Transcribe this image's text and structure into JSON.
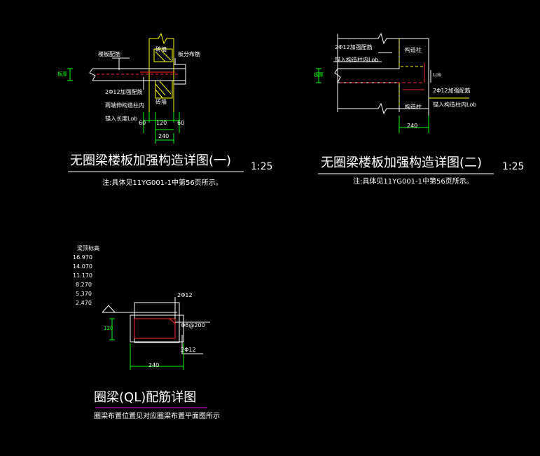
{
  "drawing1": {
    "title": "无圈梁楼板加强构造详图(一)",
    "scale": "1:25",
    "note": "注:具体见11YG001-1中第56页所示。",
    "labels": {
      "slab_rebar": "楼板配筋",
      "wall": "砖墙",
      "dist_rebar": "板分布筋",
      "reinf": "2Φ12加强配筋",
      "anchor1": "两端伸构造柱内",
      "anchor2": "锚入长度Lob",
      "wall2": "砖墙",
      "side": "板厚"
    },
    "dims": [
      "60",
      "120",
      "60",
      "240"
    ]
  },
  "drawing2": {
    "title": "无圈梁楼板加强构造详图(二)",
    "scale": "1:25",
    "note": "注:具体见11YG001-1中第56页所示。",
    "labels": {
      "reinf": "2Φ12加强配筋",
      "anchor": "锚入构造柱内Lob",
      "col_top": "构造柱",
      "lob": "Lob",
      "reinf2": "2Φ12加强配筋",
      "col_bot": "构造柱",
      "anchor2": "锚入构造柱内Lob",
      "side": "板厚"
    },
    "dims": [
      "240"
    ]
  },
  "drawing3": {
    "title": "圈梁(QL)配筋详图",
    "note": "圈梁布置位置见对应圈梁布置平面图所示",
    "level_title": "梁顶标高",
    "levels": [
      "16.970",
      "14.070",
      "11.170",
      "8.270",
      "5.370",
      "2.470"
    ],
    "top_rebar": "2Φ12",
    "stirrup": "Φ6@200",
    "bot_rebar": "2Φ12",
    "height": "120",
    "width": "240"
  },
  "colors": {
    "background": "#000000",
    "wall": "#ffff00",
    "rebar": "#ff2a2a",
    "dimension": "#00ff00",
    "line": "#ffffff",
    "title_underline": "#ff00ff"
  }
}
